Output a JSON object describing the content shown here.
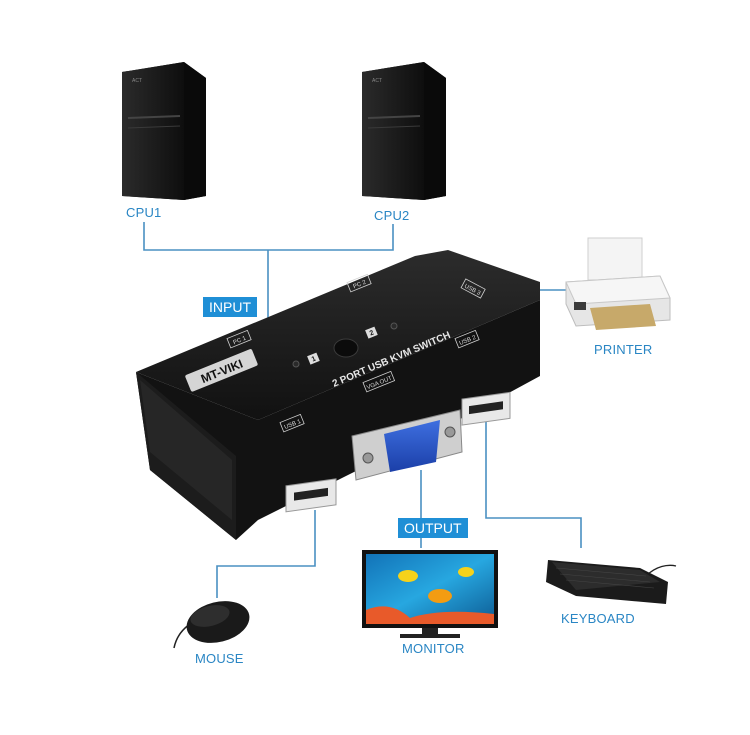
{
  "labels": {
    "cpu1": "CPU1",
    "cpu2": "CPU2",
    "printer": "PRINTER",
    "mouse": "MOUSE",
    "monitor": "MONITOR",
    "keyboard": "KEYBOARD"
  },
  "tags": {
    "input": "INPUT",
    "output": "OUTPUT"
  },
  "device": {
    "brand": "MT-VIKI",
    "model_text": "2 PORT USB KVM SWITCH",
    "port_pc1": "PC 1",
    "port_pc2": "PC 2",
    "port_usb1": "USB 1",
    "port_usb2": "USB 2",
    "port_usb3": "USB 3",
    "port_vga_out": "VGA OUT",
    "indicator_1": "1",
    "indicator_2": "2"
  },
  "colors": {
    "connector_line": "#4a90c2",
    "label_text": "#2a86c4",
    "tag_background": "#1f8fd6"
  }
}
